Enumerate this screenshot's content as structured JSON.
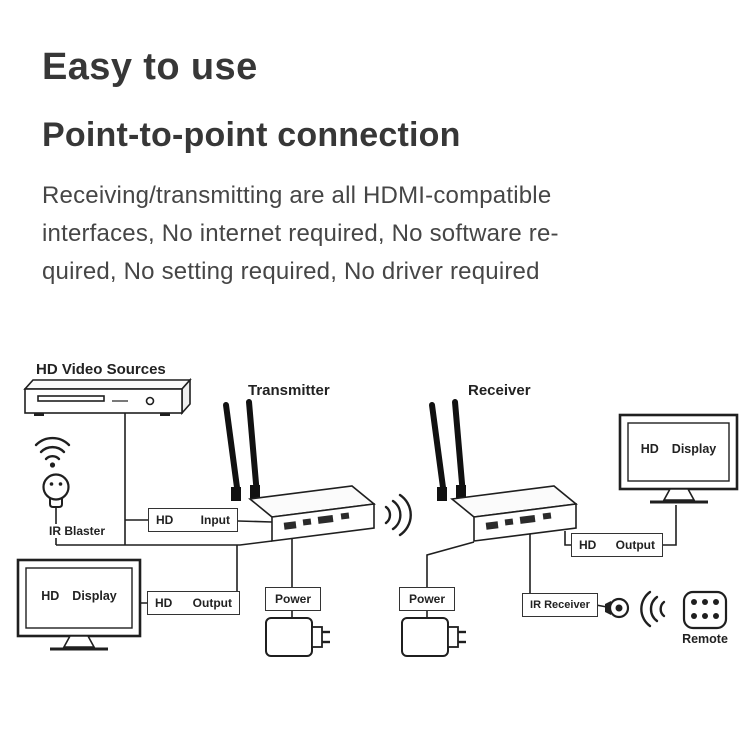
{
  "header": {
    "title": "Easy to use",
    "subtitle": "Point-to-point connection",
    "description_lines": [
      "Receiving/transmitting are all HDMI-compatible",
      "interfaces, No internet required, No software re-",
      "quired, No setting required, No driver required"
    ]
  },
  "diagram": {
    "source_label": "HD Video Sources",
    "transmitter_label": "Transmitter",
    "receiver_label": "Receiver",
    "ir_blaster_label": "IR Blaster",
    "remote_label": "Remote",
    "boxes": {
      "hd_input": {
        "left": "HD",
        "right": "Input"
      },
      "hd_output": {
        "left": "HD",
        "right": "Output"
      },
      "power": "Power",
      "ir_receiver": "IR Receiver"
    },
    "display": {
      "left": "HD",
      "right": "Display"
    }
  },
  "icons": [
    "wifi-signal-icon",
    "ir-blaster-plug-icon",
    "wireless-link-icon",
    "ir-signal-icon",
    "ir-receiver-sensor-icon",
    "remote-control-icon"
  ],
  "colors": {
    "ink": "#1f1f1f",
    "heading_text": "#373737",
    "body_text": "#464646",
    "background": "#ffffff"
  }
}
